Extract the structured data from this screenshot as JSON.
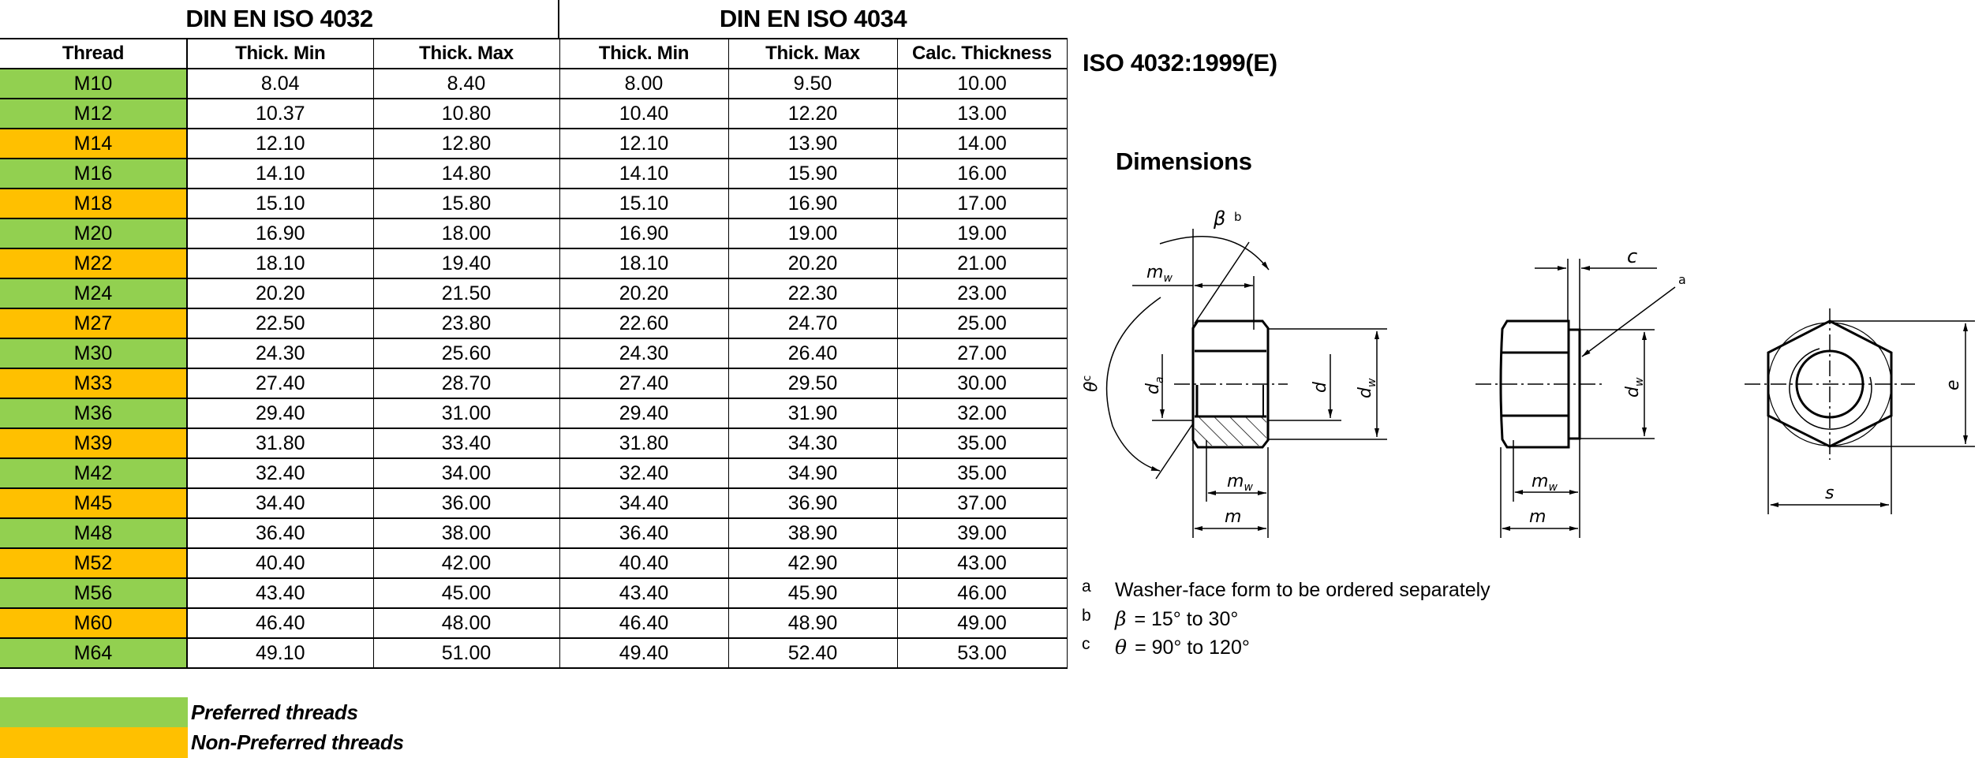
{
  "table": {
    "group_headers": [
      {
        "label": "DIN EN ISO 4032"
      },
      {
        "label": "DIN EN ISO 4034"
      }
    ],
    "columns": [
      "Thread",
      "Thick. Min",
      "Thick. Max",
      "Thick. Min",
      "Thick. Max",
      "Calc. Thickness"
    ],
    "rows": [
      {
        "thread": "M10",
        "type": "preferred",
        "iso4032_min": "8.04",
        "iso4032_max": "8.40",
        "iso4034_min": "8.00",
        "iso4034_max": "9.50",
        "calc": "10.00"
      },
      {
        "thread": "M12",
        "type": "preferred",
        "iso4032_min": "10.37",
        "iso4032_max": "10.80",
        "iso4034_min": "10.40",
        "iso4034_max": "12.20",
        "calc": "13.00"
      },
      {
        "thread": "M14",
        "type": "nonpreferred",
        "iso4032_min": "12.10",
        "iso4032_max": "12.80",
        "iso4034_min": "12.10",
        "iso4034_max": "13.90",
        "calc": "14.00"
      },
      {
        "thread": "M16",
        "type": "preferred",
        "iso4032_min": "14.10",
        "iso4032_max": "14.80",
        "iso4034_min": "14.10",
        "iso4034_max": "15.90",
        "calc": "16.00"
      },
      {
        "thread": "M18",
        "type": "nonpreferred",
        "iso4032_min": "15.10",
        "iso4032_max": "15.80",
        "iso4034_min": "15.10",
        "iso4034_max": "16.90",
        "calc": "17.00"
      },
      {
        "thread": "M20",
        "type": "preferred",
        "iso4032_min": "16.90",
        "iso4032_max": "18.00",
        "iso4034_min": "16.90",
        "iso4034_max": "19.00",
        "calc": "19.00"
      },
      {
        "thread": "M22",
        "type": "nonpreferred",
        "iso4032_min": "18.10",
        "iso4032_max": "19.40",
        "iso4034_min": "18.10",
        "iso4034_max": "20.20",
        "calc": "21.00"
      },
      {
        "thread": "M24",
        "type": "preferred",
        "iso4032_min": "20.20",
        "iso4032_max": "21.50",
        "iso4034_min": "20.20",
        "iso4034_max": "22.30",
        "calc": "23.00"
      },
      {
        "thread": "M27",
        "type": "nonpreferred",
        "iso4032_min": "22.50",
        "iso4032_max": "23.80",
        "iso4034_min": "22.60",
        "iso4034_max": "24.70",
        "calc": "25.00"
      },
      {
        "thread": "M30",
        "type": "preferred",
        "iso4032_min": "24.30",
        "iso4032_max": "25.60",
        "iso4034_min": "24.30",
        "iso4034_max": "26.40",
        "calc": "27.00"
      },
      {
        "thread": "M33",
        "type": "nonpreferred",
        "iso4032_min": "27.40",
        "iso4032_max": "28.70",
        "iso4034_min": "27.40",
        "iso4034_max": "29.50",
        "calc": "30.00"
      },
      {
        "thread": "M36",
        "type": "preferred",
        "iso4032_min": "29.40",
        "iso4032_max": "31.00",
        "iso4034_min": "29.40",
        "iso4034_max": "31.90",
        "calc": "32.00"
      },
      {
        "thread": "M39",
        "type": "nonpreferred",
        "iso4032_min": "31.80",
        "iso4032_max": "33.40",
        "iso4034_min": "31.80",
        "iso4034_max": "34.30",
        "calc": "35.00"
      },
      {
        "thread": "M42",
        "type": "preferred",
        "iso4032_min": "32.40",
        "iso4032_max": "34.00",
        "iso4034_min": "32.40",
        "iso4034_max": "34.90",
        "calc": "35.00"
      },
      {
        "thread": "M45",
        "type": "nonpreferred",
        "iso4032_min": "34.40",
        "iso4032_max": "36.00",
        "iso4034_min": "34.40",
        "iso4034_max": "36.90",
        "calc": "37.00"
      },
      {
        "thread": "M48",
        "type": "preferred",
        "iso4032_min": "36.40",
        "iso4032_max": "38.00",
        "iso4034_min": "36.40",
        "iso4034_max": "38.90",
        "calc": "39.00"
      },
      {
        "thread": "M52",
        "type": "nonpreferred",
        "iso4032_min": "40.40",
        "iso4032_max": "42.00",
        "iso4034_min": "40.40",
        "iso4034_max": "42.90",
        "calc": "43.00"
      },
      {
        "thread": "M56",
        "type": "preferred",
        "iso4032_min": "43.40",
        "iso4032_max": "45.00",
        "iso4034_min": "43.40",
        "iso4034_max": "45.90",
        "calc": "46.00"
      },
      {
        "thread": "M60",
        "type": "nonpreferred",
        "iso4032_min": "46.40",
        "iso4032_max": "48.00",
        "iso4034_min": "46.40",
        "iso4034_max": "48.90",
        "calc": "49.00"
      },
      {
        "thread": "M64",
        "type": "preferred",
        "iso4032_min": "49.10",
        "iso4032_max": "51.00",
        "iso4034_min": "49.40",
        "iso4034_max": "52.40",
        "calc": "53.00"
      }
    ]
  },
  "legend": [
    {
      "label": "Preferred threads",
      "color": "#92D050"
    },
    {
      "label": "Non-Preferred threads",
      "color": "#FFC000"
    }
  ],
  "colors": {
    "preferred": "#92D050",
    "nonpreferred": "#FFC000",
    "border": "#000000"
  },
  "document": {
    "title": "ISO 4032:1999(E)",
    "section": "Dimensions",
    "drawing_labels": {
      "beta": "β",
      "beta_note": "b",
      "theta": "θ",
      "theta_note": "c",
      "mw": "m",
      "mw_sub": "w",
      "m": "m",
      "da": "d",
      "da_sub": "a",
      "d": "d",
      "dw": "d",
      "dw_sub": "w",
      "c": "c",
      "a": "a",
      "e": "e",
      "s": "s"
    },
    "footnotes": [
      {
        "key": "a",
        "symbol": "",
        "text": "Washer-face form to be ordered separately"
      },
      {
        "key": "b",
        "symbol": "β",
        "text": "= 15° to 30°"
      },
      {
        "key": "c",
        "symbol": "θ",
        "text": "= 90° to 120°"
      }
    ]
  }
}
